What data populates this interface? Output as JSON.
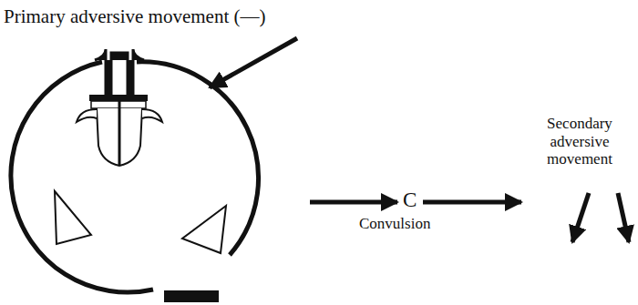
{
  "diagram": {
    "labels": [
      "Primary adversive movement (—)",
      "C",
      "Convulsion",
      "Secondary adversive movement"
    ]
  }
}
